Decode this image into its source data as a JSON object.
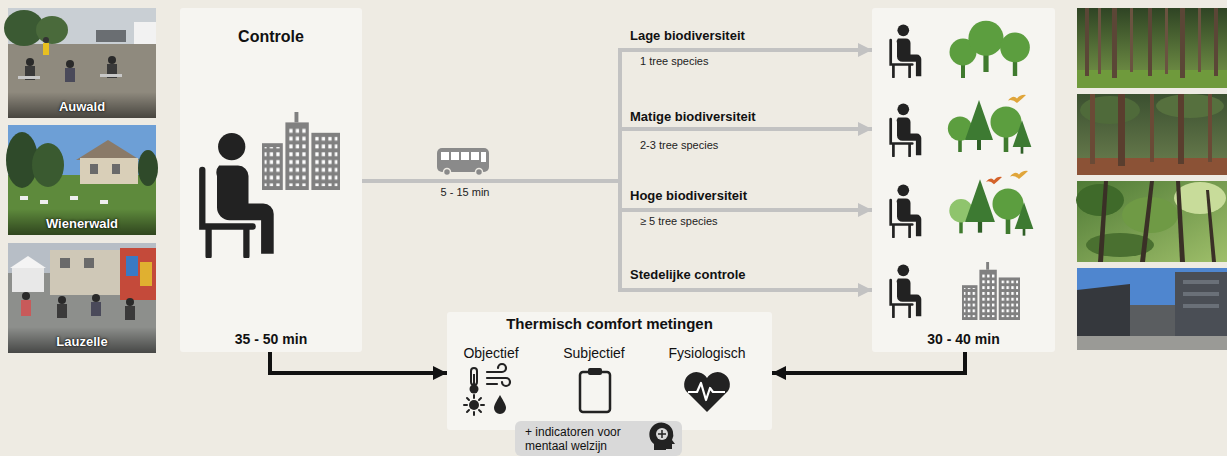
{
  "diagram": {
    "nodes": [
      {
        "text": [
          "Auwald"
        ]
      },
      {
        "text": [
          "Wienerwald"
        ]
      },
      {
        "text": [
          "Lauzelle"
        ]
      },
      {
        "text": [
          "Controle",
          "35 - 50 min"
        ]
      },
      {
        "text": [
          "30 - 40 min"
        ]
      },
      {
        "text": [
          "Thermisch comfort metingen",
          "Objectief",
          "Subjectief",
          "Fysiologisch"
        ]
      },
      {
        "text": [
          "+ indicatoren voor mentaal welzijn"
        ]
      }
    ],
    "edges": [
      {
        "from": 3,
        "to": 4,
        "arrow": "to",
        "label": "Lage biodiversiteit"
      },
      {
        "from": 3,
        "to": 4,
        "arrow": "to",
        "label": "Matige biodiversiteit"
      },
      {
        "from": 3,
        "to": 4,
        "arrow": "to",
        "label": "Hoge biodiversiteit"
      },
      {
        "from": 3,
        "to": 4,
        "arrow": "to",
        "label": "Stedelijke controle"
      },
      {
        "from": 3,
        "to": 5,
        "arrow": "to"
      },
      {
        "from": 4,
        "to": 5,
        "arrow": "to"
      }
    ],
    "labels": [
      "1 tree species",
      "2-3 tree species",
      "≥ 5 tree species",
      "5 - 15 min"
    ]
  }
}
